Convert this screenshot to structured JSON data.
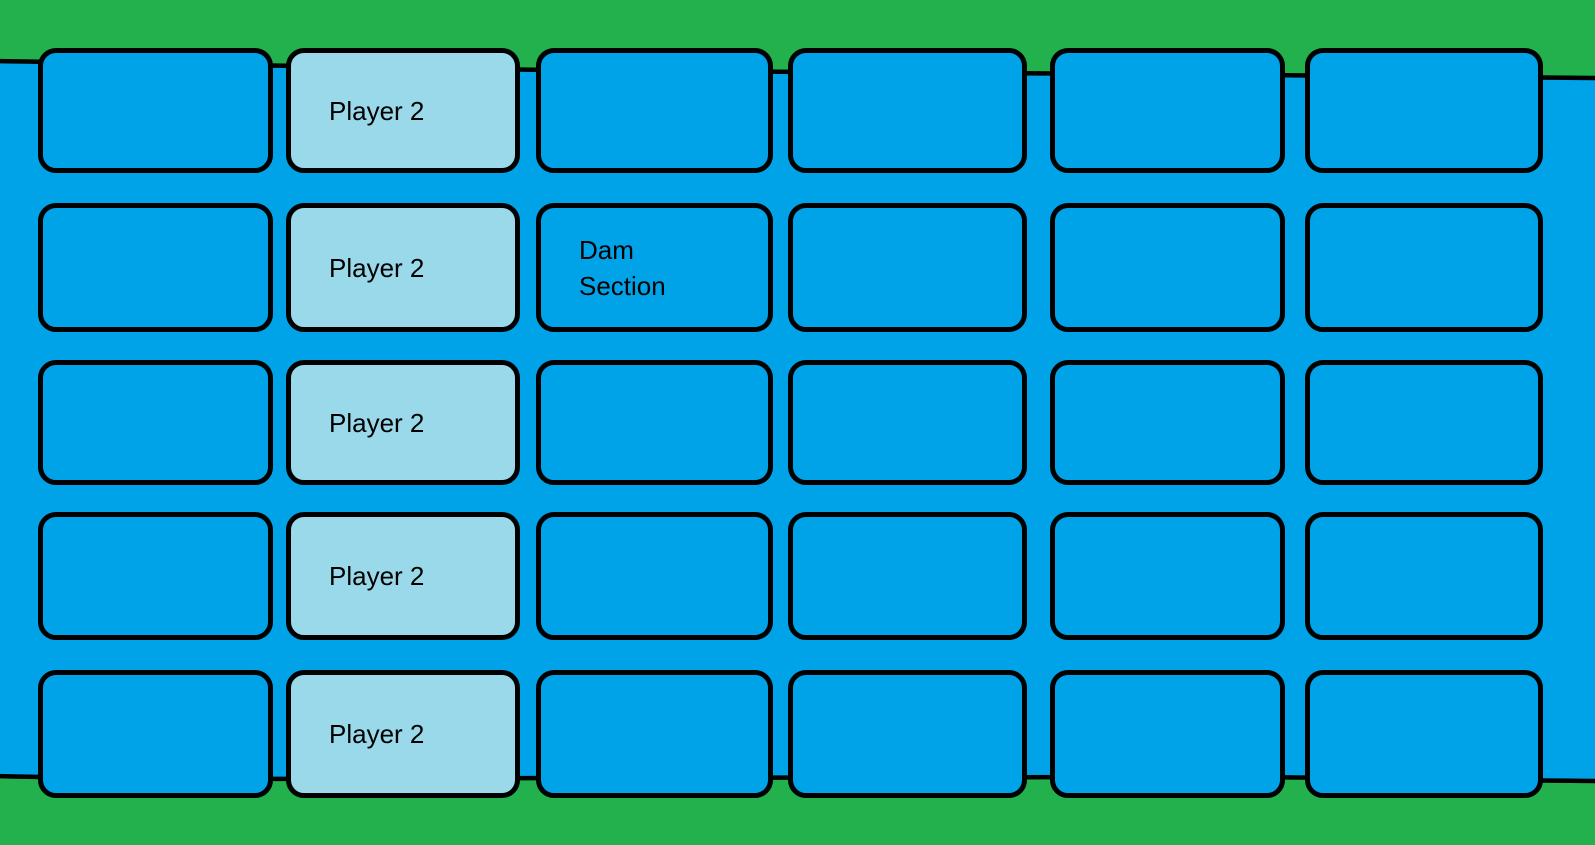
{
  "colors": {
    "grass": "#22B14C",
    "water": "#00A2E8",
    "player2": "#99D9EA",
    "outline": "#000000"
  },
  "board": {
    "rows": 5,
    "columns": 6,
    "cells": [
      {
        "row": 1,
        "col": 1,
        "variant": "water",
        "label": ""
      },
      {
        "row": 1,
        "col": 2,
        "variant": "player2",
        "label": "Player 2"
      },
      {
        "row": 1,
        "col": 3,
        "variant": "water",
        "label": ""
      },
      {
        "row": 1,
        "col": 4,
        "variant": "water",
        "label": ""
      },
      {
        "row": 1,
        "col": 5,
        "variant": "water",
        "label": ""
      },
      {
        "row": 1,
        "col": 6,
        "variant": "water",
        "label": ""
      },
      {
        "row": 2,
        "col": 1,
        "variant": "water",
        "label": ""
      },
      {
        "row": 2,
        "col": 2,
        "variant": "player2",
        "label": "Player 2"
      },
      {
        "row": 2,
        "col": 3,
        "variant": "water",
        "label": "Dam\nSection"
      },
      {
        "row": 2,
        "col": 4,
        "variant": "water",
        "label": ""
      },
      {
        "row": 2,
        "col": 5,
        "variant": "water",
        "label": ""
      },
      {
        "row": 2,
        "col": 6,
        "variant": "water",
        "label": ""
      },
      {
        "row": 3,
        "col": 1,
        "variant": "water",
        "label": ""
      },
      {
        "row": 3,
        "col": 2,
        "variant": "player2",
        "label": "Player 2"
      },
      {
        "row": 3,
        "col": 3,
        "variant": "water",
        "label": ""
      },
      {
        "row": 3,
        "col": 4,
        "variant": "water",
        "label": ""
      },
      {
        "row": 3,
        "col": 5,
        "variant": "water",
        "label": ""
      },
      {
        "row": 3,
        "col": 6,
        "variant": "water",
        "label": ""
      },
      {
        "row": 4,
        "col": 1,
        "variant": "water",
        "label": ""
      },
      {
        "row": 4,
        "col": 2,
        "variant": "player2",
        "label": "Player 2"
      },
      {
        "row": 4,
        "col": 3,
        "variant": "water",
        "label": ""
      },
      {
        "row": 4,
        "col": 4,
        "variant": "water",
        "label": ""
      },
      {
        "row": 4,
        "col": 5,
        "variant": "water",
        "label": ""
      },
      {
        "row": 4,
        "col": 6,
        "variant": "water",
        "label": ""
      },
      {
        "row": 5,
        "col": 1,
        "variant": "water",
        "label": ""
      },
      {
        "row": 5,
        "col": 2,
        "variant": "player2",
        "label": "Player 2"
      },
      {
        "row": 5,
        "col": 3,
        "variant": "water",
        "label": ""
      },
      {
        "row": 5,
        "col": 4,
        "variant": "water",
        "label": ""
      },
      {
        "row": 5,
        "col": 5,
        "variant": "water",
        "label": ""
      },
      {
        "row": 5,
        "col": 6,
        "variant": "water",
        "label": ""
      }
    ]
  }
}
